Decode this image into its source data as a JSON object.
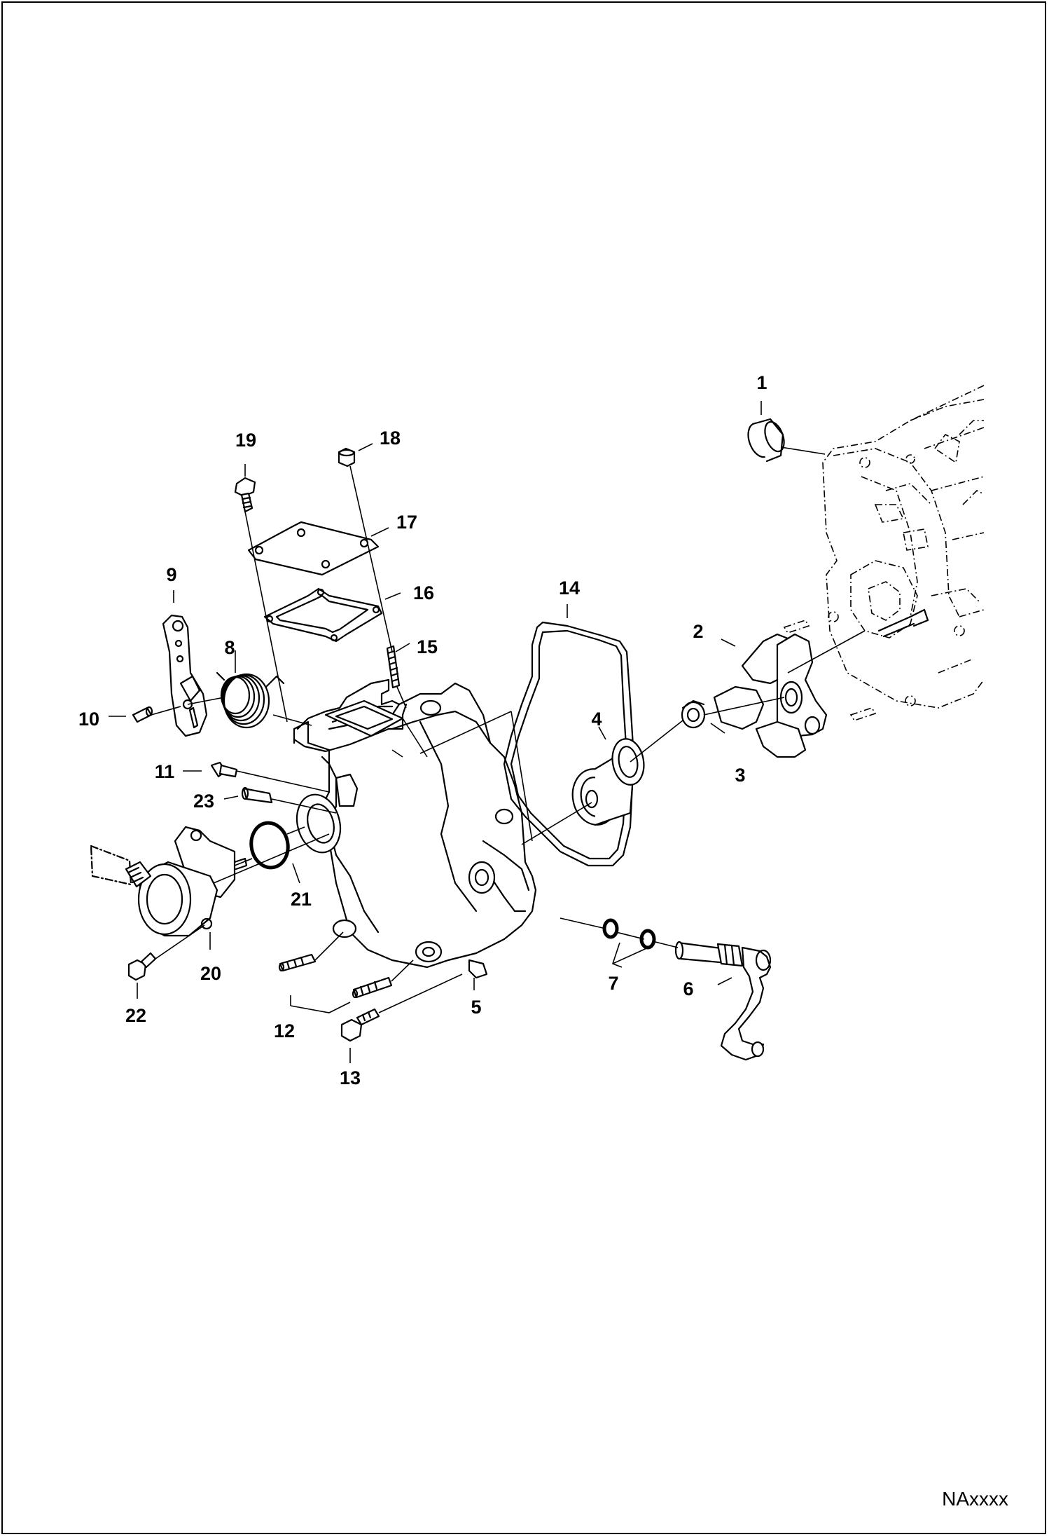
{
  "reference_code": "NAxxxx",
  "callouts": [
    {
      "id": "c1",
      "label": "1"
    },
    {
      "id": "c2",
      "label": "2"
    },
    {
      "id": "c3",
      "label": "3"
    },
    {
      "id": "c4",
      "label": "4"
    },
    {
      "id": "c5",
      "label": "5"
    },
    {
      "id": "c6",
      "label": "6"
    },
    {
      "id": "c7",
      "label": "7"
    },
    {
      "id": "c8",
      "label": "8"
    },
    {
      "id": "c9",
      "label": "9"
    },
    {
      "id": "c10",
      "label": "10"
    },
    {
      "id": "c11",
      "label": "11"
    },
    {
      "id": "c12",
      "label": "12"
    },
    {
      "id": "c13",
      "label": "13"
    },
    {
      "id": "c14",
      "label": "14"
    },
    {
      "id": "c15",
      "label": "15"
    },
    {
      "id": "c16",
      "label": "16"
    },
    {
      "id": "c17",
      "label": "17"
    },
    {
      "id": "c18",
      "label": "18"
    },
    {
      "id": "c19",
      "label": "19"
    },
    {
      "id": "c20",
      "label": "20"
    },
    {
      "id": "c21",
      "label": "21"
    },
    {
      "id": "c22",
      "label": "22"
    },
    {
      "id": "c23",
      "label": "23"
    }
  ]
}
